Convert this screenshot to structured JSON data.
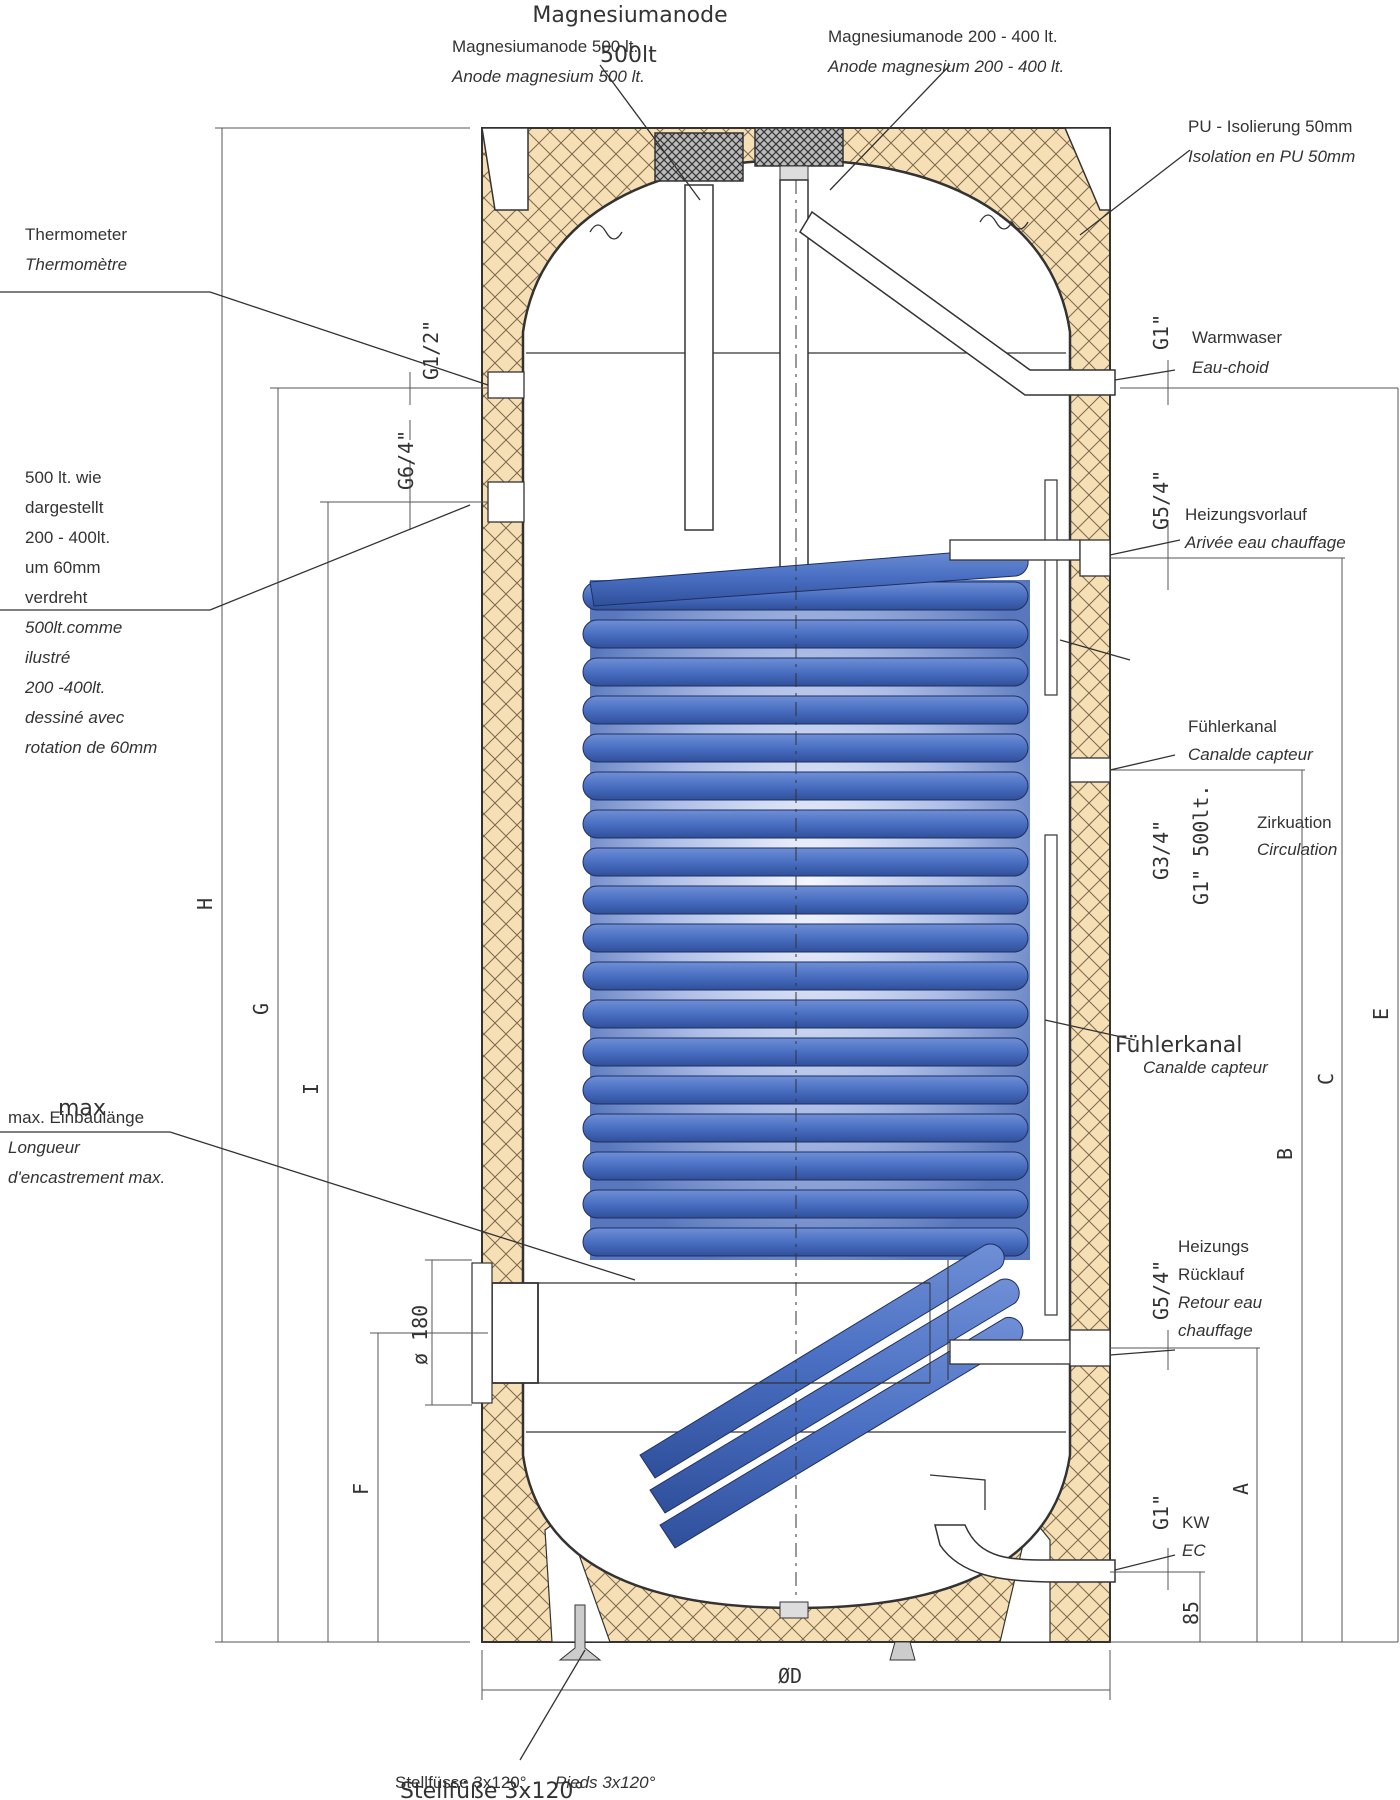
{
  "colors": {
    "insulation": "#f6dfb4",
    "coil_dark": "#3a5fb0",
    "coil_light": "#eef1fb",
    "line": "#333333"
  },
  "labels": {
    "magnesium_main": "Magnesiumanode",
    "magnesium_500_de": "Magnesiumanode 500 lt.",
    "magnesium_500_fr": "Anode magnesium 500 lt.",
    "size_500": "500lt",
    "magnesium_200_de": "Magnesiumanode 200 - 400 lt.",
    "magnesium_200_fr": "Anode magnesium 200 - 400 lt.",
    "pu_de": "PU - Isolierung 50mm",
    "pu_fr": "Isolation en PU 50mm",
    "thermo_de": "Thermometer",
    "thermo_fr": "Thermomètre",
    "note_de": [
      "500 lt. wie",
      "dargestellt",
      "200 - 400lt.",
      "um 60mm",
      "verdreht"
    ],
    "note_fr": [
      "500lt.comme",
      "ilustré",
      "200 -400lt.",
      "dessiné avec",
      "rotation de 60mm"
    ],
    "warm_de": "Warmwaser",
    "warm_fr": "Eau-choid",
    "hvorlauf_de": "Heizungsvorlauf",
    "hvorlauf_fr": "Arivée eau chauffage",
    "fuehler_de": "Fühlerkanal",
    "fuehler_fr": "Canalde capteur",
    "zirk_de": "Zirkuation",
    "zirk_fr": "Circulation",
    "fuehler2_de": "Fühlerkanal",
    "fuehler2_fr": "Canalde capteur",
    "einbau_de": "max. Einbaulänge",
    "einbau_fr": [
      "Longueur",
      "d'encastrement max."
    ],
    "einbau_max": "max",
    "hruck_de": [
      "Heizungs",
      "Rücklauf"
    ],
    "hruck_fr": [
      "Retour eau",
      "chauffage"
    ],
    "kw_de": "KW",
    "kw_fr": "EC",
    "stell_de": "Stellfüsse 3x120°",
    "stell_fr": "Pieds 3x120°",
    "stell_big": "Stellfüße 3x120°"
  },
  "fittings": {
    "g12": "G1/2\"",
    "g64": "G6/4\"",
    "g1_top": "G1\"",
    "g54_top": "G5/4\"",
    "g34": "G3/4\"",
    "g1_500": "G1\" 500lt.",
    "g54_bot": "G5/4\"",
    "g1_bot": "G1\""
  },
  "dimensions": {
    "H": "H",
    "G": "G",
    "I": "I",
    "F": "F",
    "E": "E",
    "C": "C",
    "B": "B",
    "A": "A",
    "D": "ØD",
    "d180": "ø 180",
    "d85": "85"
  }
}
